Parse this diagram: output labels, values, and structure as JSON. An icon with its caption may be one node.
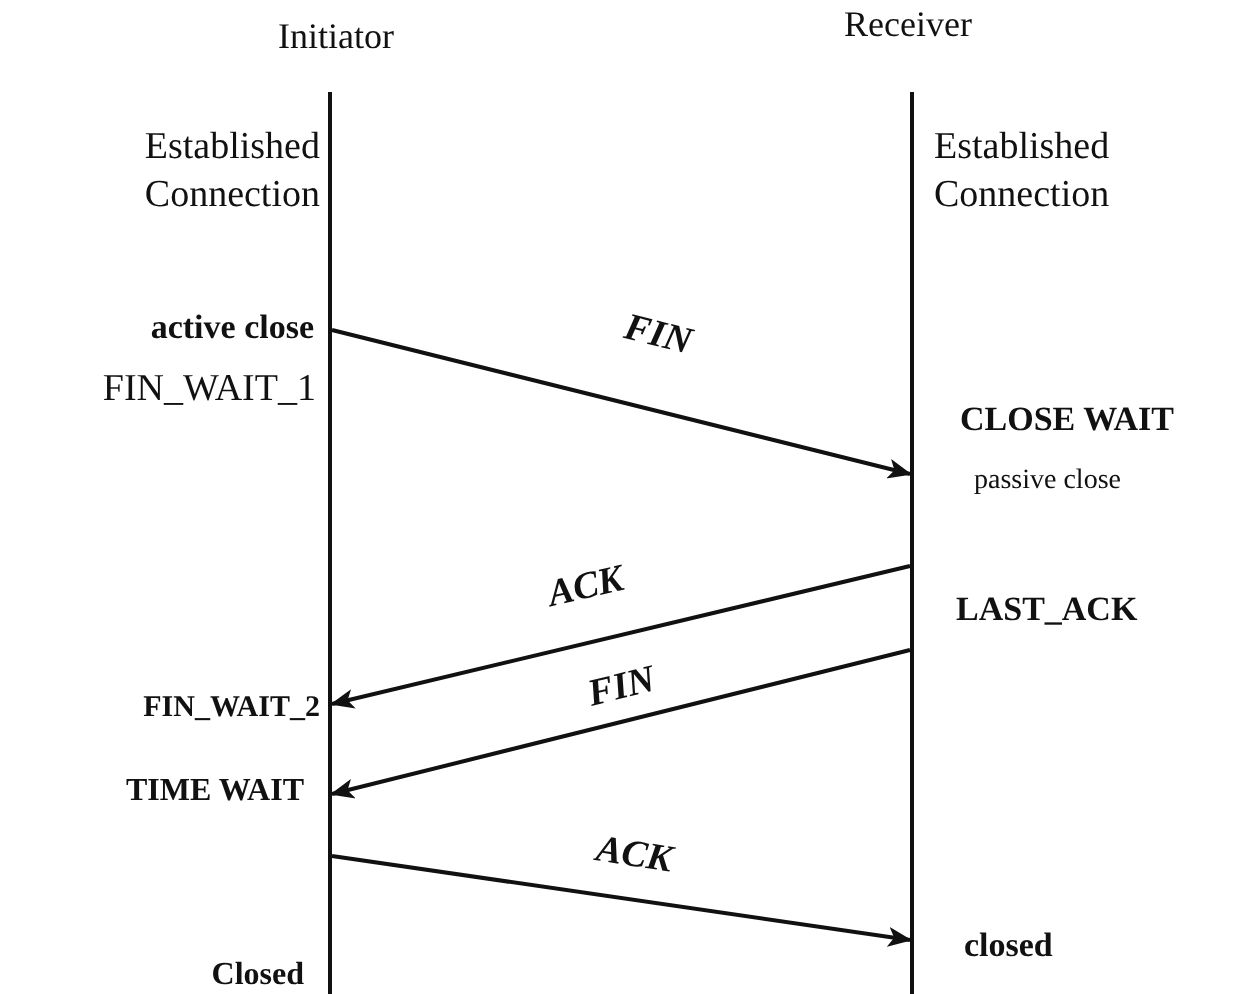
{
  "diagram": {
    "nodes": [
      {
        "text": [
          "Initiator"
        ]
      },
      {
        "text": [
          "Receiver"
        ]
      }
    ],
    "edges": [
      {
        "from": 0,
        "to": 1,
        "arrow": "to",
        "label": "FIN"
      },
      {
        "from": 1,
        "to": 0,
        "arrow": "to",
        "label": "ACK"
      },
      {
        "from": 1,
        "to": 0,
        "arrow": "to",
        "label": "FIN"
      },
      {
        "from": 0,
        "to": 1,
        "arrow": "to",
        "label": "ACK"
      }
    ],
    "labels": [
      "Established Connection",
      "Established Connection",
      "active close",
      "FIN_WAIT_1",
      "CLOSE WAIT",
      "passive close",
      "LAST_ACK",
      "FIN_WAIT_2",
      "TIME WAIT",
      "closed",
      "Closed"
    ]
  }
}
